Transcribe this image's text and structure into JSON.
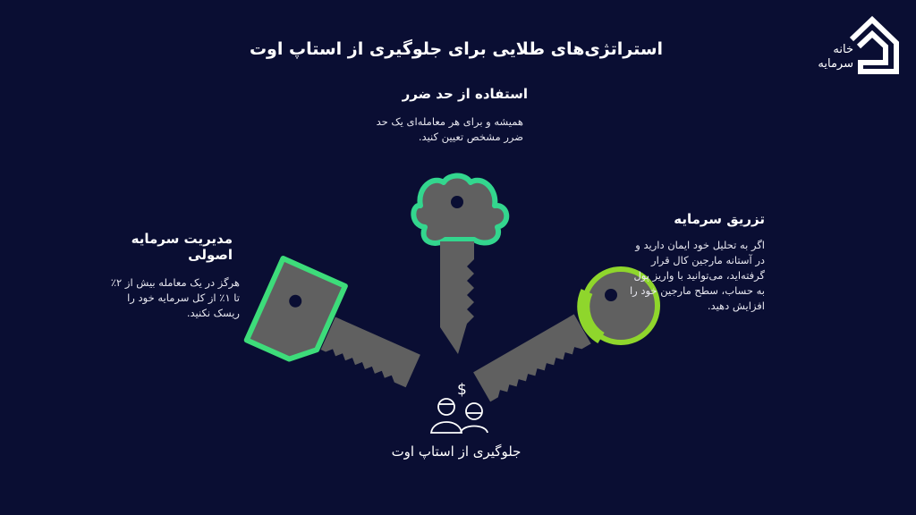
{
  "title": "استراتژی‌های طلایی برای جلوگیری از استاپ اوت",
  "center": {
    "heading": "استفاده از حد ضرر",
    "body": "همیشه و برای هر معامله‌ای یک حد ضرر مشخص تعیین کنید."
  },
  "left": {
    "heading": "مدیریت سرمایه اصولی",
    "body": "هرگز در یک معامله بیش از ۲٪ تا ۱٪ از کل سرمایه خود را ریسک نکنید."
  },
  "right": {
    "heading": "تزریق سرمایه",
    "body": "اگر به تحلیل خود ایمان دارید و در آستانه مارجین کال قرار گرفته‌اید، می‌توانید با واریز پول به حساب، سطح مارجین خود را افزایش دهید."
  },
  "bottom_label": "جلوگیری از استاپ اوت",
  "logo": {
    "line1": "خانه",
    "line2": "سرمایه"
  },
  "colors": {
    "background": "#0a0e33",
    "key_body": "#606060",
    "left_key_outline": "#3ddc7a",
    "center_key_outline": "#33d68e",
    "right_key_outline": "#8fd62c"
  },
  "icons": [
    "key-icon",
    "investors-dollar-icon",
    "logo-house-icon"
  ]
}
